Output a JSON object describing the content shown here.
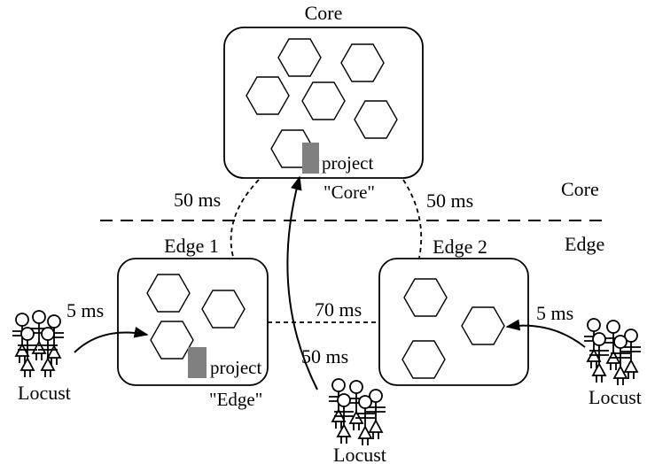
{
  "clusters": {
    "core": {
      "title": "Core",
      "project_label": "project",
      "project_name": "\"Core\""
    },
    "edge1": {
      "title": "Edge 1",
      "project_label": "project",
      "project_name": "\"Edge\""
    },
    "edge2": {
      "title": "Edge 2"
    }
  },
  "tiers": {
    "core": "Core",
    "edge": "Edge"
  },
  "latencies": {
    "core_edge1": "50 ms",
    "core_edge2": "50 ms",
    "edge1_edge2": "70 ms",
    "locust_left_edge1": "5 ms",
    "locust_right_edge2": "5 ms",
    "locust_bottom_core": "50 ms"
  },
  "locusts": {
    "left": "Locust",
    "bottom": "Locust",
    "right": "Locust"
  },
  "colors": {
    "stroke": "#000000",
    "project_block": "#808080",
    "background": "#ffffff"
  }
}
